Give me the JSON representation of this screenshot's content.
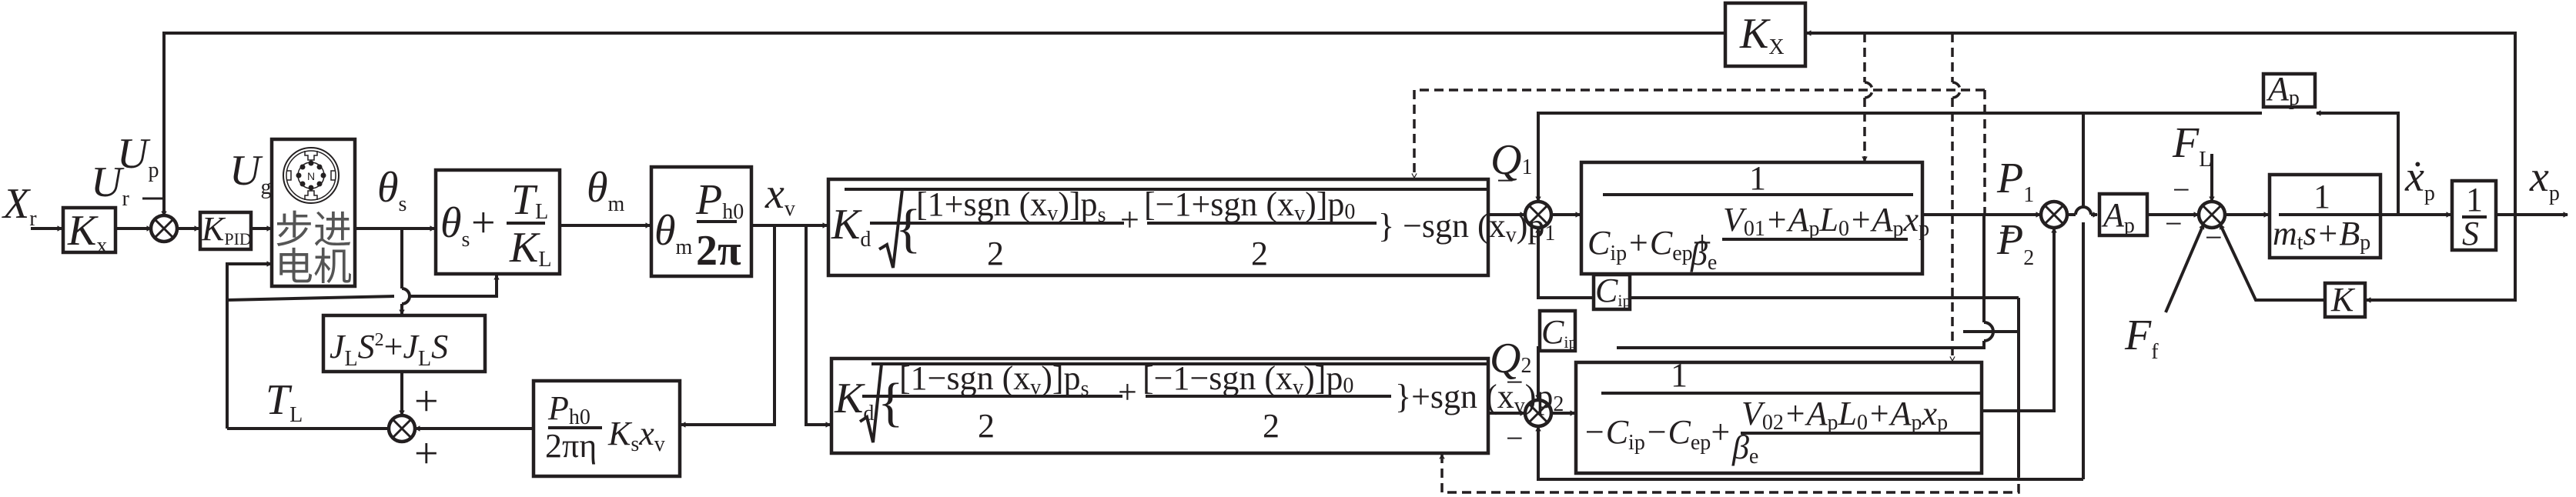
{
  "figure": {
    "type": "control-system-block-diagram",
    "description": "Stepper-motor driven digital hydraulic cylinder position control loop"
  },
  "signals": {
    "input": {
      "sym": "X",
      "sub": "r"
    },
    "ur": {
      "sym": "U",
      "sub": "r"
    },
    "up": {
      "sym": "U",
      "sub": "p"
    },
    "ug": {
      "sym": "U",
      "sub": "g"
    },
    "theta_s": {
      "sym": "θ",
      "sub": "s"
    },
    "theta_m": {
      "sym": "θ",
      "sub": "m"
    },
    "xv": {
      "sym": "x",
      "sub": "v"
    },
    "tl": {
      "sym": "T",
      "sub": "L"
    },
    "q1": {
      "sym": "Q",
      "sub": "1"
    },
    "q2": {
      "sym": "Q",
      "sub": "2"
    },
    "p1": {
      "sym": "P",
      "sub": "1"
    },
    "p2": {
      "sym": "P",
      "sub": "2"
    },
    "fl": {
      "sym": "F",
      "sub": "L"
    },
    "ff": {
      "sym": "F",
      "sub": "f"
    },
    "xp_dot": {
      "sym": "ẋ",
      "sub": "p"
    },
    "xp": {
      "sym": "x",
      "sub": "p"
    }
  },
  "blocks": {
    "kx": {
      "sym": "K",
      "sub": "x"
    },
    "kpid": {
      "sym": "K",
      "sub": "PID"
    },
    "motor": {
      "line1": "步进",
      "line2": "电机",
      "icon": "stepper-motor-icon",
      "rotor_label": "N"
    },
    "screw": {
      "a": "θ",
      "a_sub": "s",
      "plus": "+",
      "num": "T",
      "num_sub": "L",
      "den": "K",
      "den_sub": "L"
    },
    "pitch": {
      "a": "θ",
      "a_sub": "m",
      "num": "P",
      "num_sub": "h0",
      "den": "2π"
    },
    "inertia": {
      "text": "J",
      "sub": "L",
      "s2": "S",
      "sup": "2",
      "plus": "+",
      "text2": "J",
      "sub2": "L",
      "s": "S"
    },
    "flowforce": {
      "num": "P",
      "num_sub": "h0",
      "den": "2πη",
      "k": "K",
      "k_sub": "s",
      "x": "x",
      "x_sub": "v"
    },
    "valve1": {
      "kd": "K",
      "kd_sub": "d",
      "t1": "[1+sgn (x",
      "t1_sub": "v",
      "t1_end": ")]p",
      "t1_sub2": "s",
      "den": "2",
      "op": "+",
      "t2": "[−1+sgn (x",
      "t2_end": ")]p",
      "t2_sub2": "0",
      "tail": "} −sgn (x",
      "tail_sub": "v",
      "tail_end": ")p",
      "tail_sub2": "1"
    },
    "valve2": {
      "kd": "K",
      "kd_sub": "d",
      "t1": "[1−sgn (x",
      "t1_sub": "v",
      "t1_end": ")]p",
      "t1_sub2": "s",
      "den": "2",
      "op": "+",
      "t2": "[−1−sgn (x",
      "t2_end": ")]p",
      "t2_sub2": "0",
      "tail": "}+sgn (x",
      "tail_sub": "v",
      "tail_end": ")p",
      "tail_sub2": "2"
    },
    "chamber1": {
      "num": "1",
      "den_a": "C",
      "den_a_sub": "ip",
      "den_b": "+C",
      "den_b_sub": "ep",
      "plus": "+",
      "inner_num": "V",
      "inner_num_sub": "01",
      "inner_rest": "+A",
      "inner_rest_sub": "p",
      "l0": "L",
      "l0_sub": "0",
      "apx": "+A",
      "apx_sub": "p",
      "x": "x",
      "x_sub": "p",
      "inner_den": "β",
      "inner_den_sub": "e"
    },
    "chamber2": {
      "num": "1",
      "den_a": "−C",
      "den_a_sub": "ip",
      "den_b": "−C",
      "den_b_sub": "ep",
      "plus": "+",
      "inner_num": "V",
      "inner_num_sub": "02",
      "inner_rest": "+A",
      "inner_rest_sub": "p",
      "l0": "L",
      "l0_sub": "0",
      "apx": "+A",
      "apx_sub": "p",
      "x": "x",
      "x_sub": "p",
      "inner_den": "β",
      "inner_den_sub": "e"
    },
    "cip1": {
      "sym": "C",
      "sub": "ip"
    },
    "cip2": {
      "sym": "C",
      "sub": "ip"
    },
    "ap_forward": {
      "sym": "A",
      "sub": "p"
    },
    "ap_feedback": {
      "sym": "A",
      "sub": "p"
    },
    "mass": {
      "num": "1",
      "den_m": "m",
      "den_m_sub": "t",
      "den_rest": "s+B",
      "den_rest_sub": "p"
    },
    "integrator": {
      "num": "1",
      "den": "S"
    },
    "spring": {
      "sym": "K"
    },
    "sensor": {
      "sym": "K",
      "sub": "X"
    }
  },
  "signs": {
    "minus": "−",
    "plus": "+"
  }
}
